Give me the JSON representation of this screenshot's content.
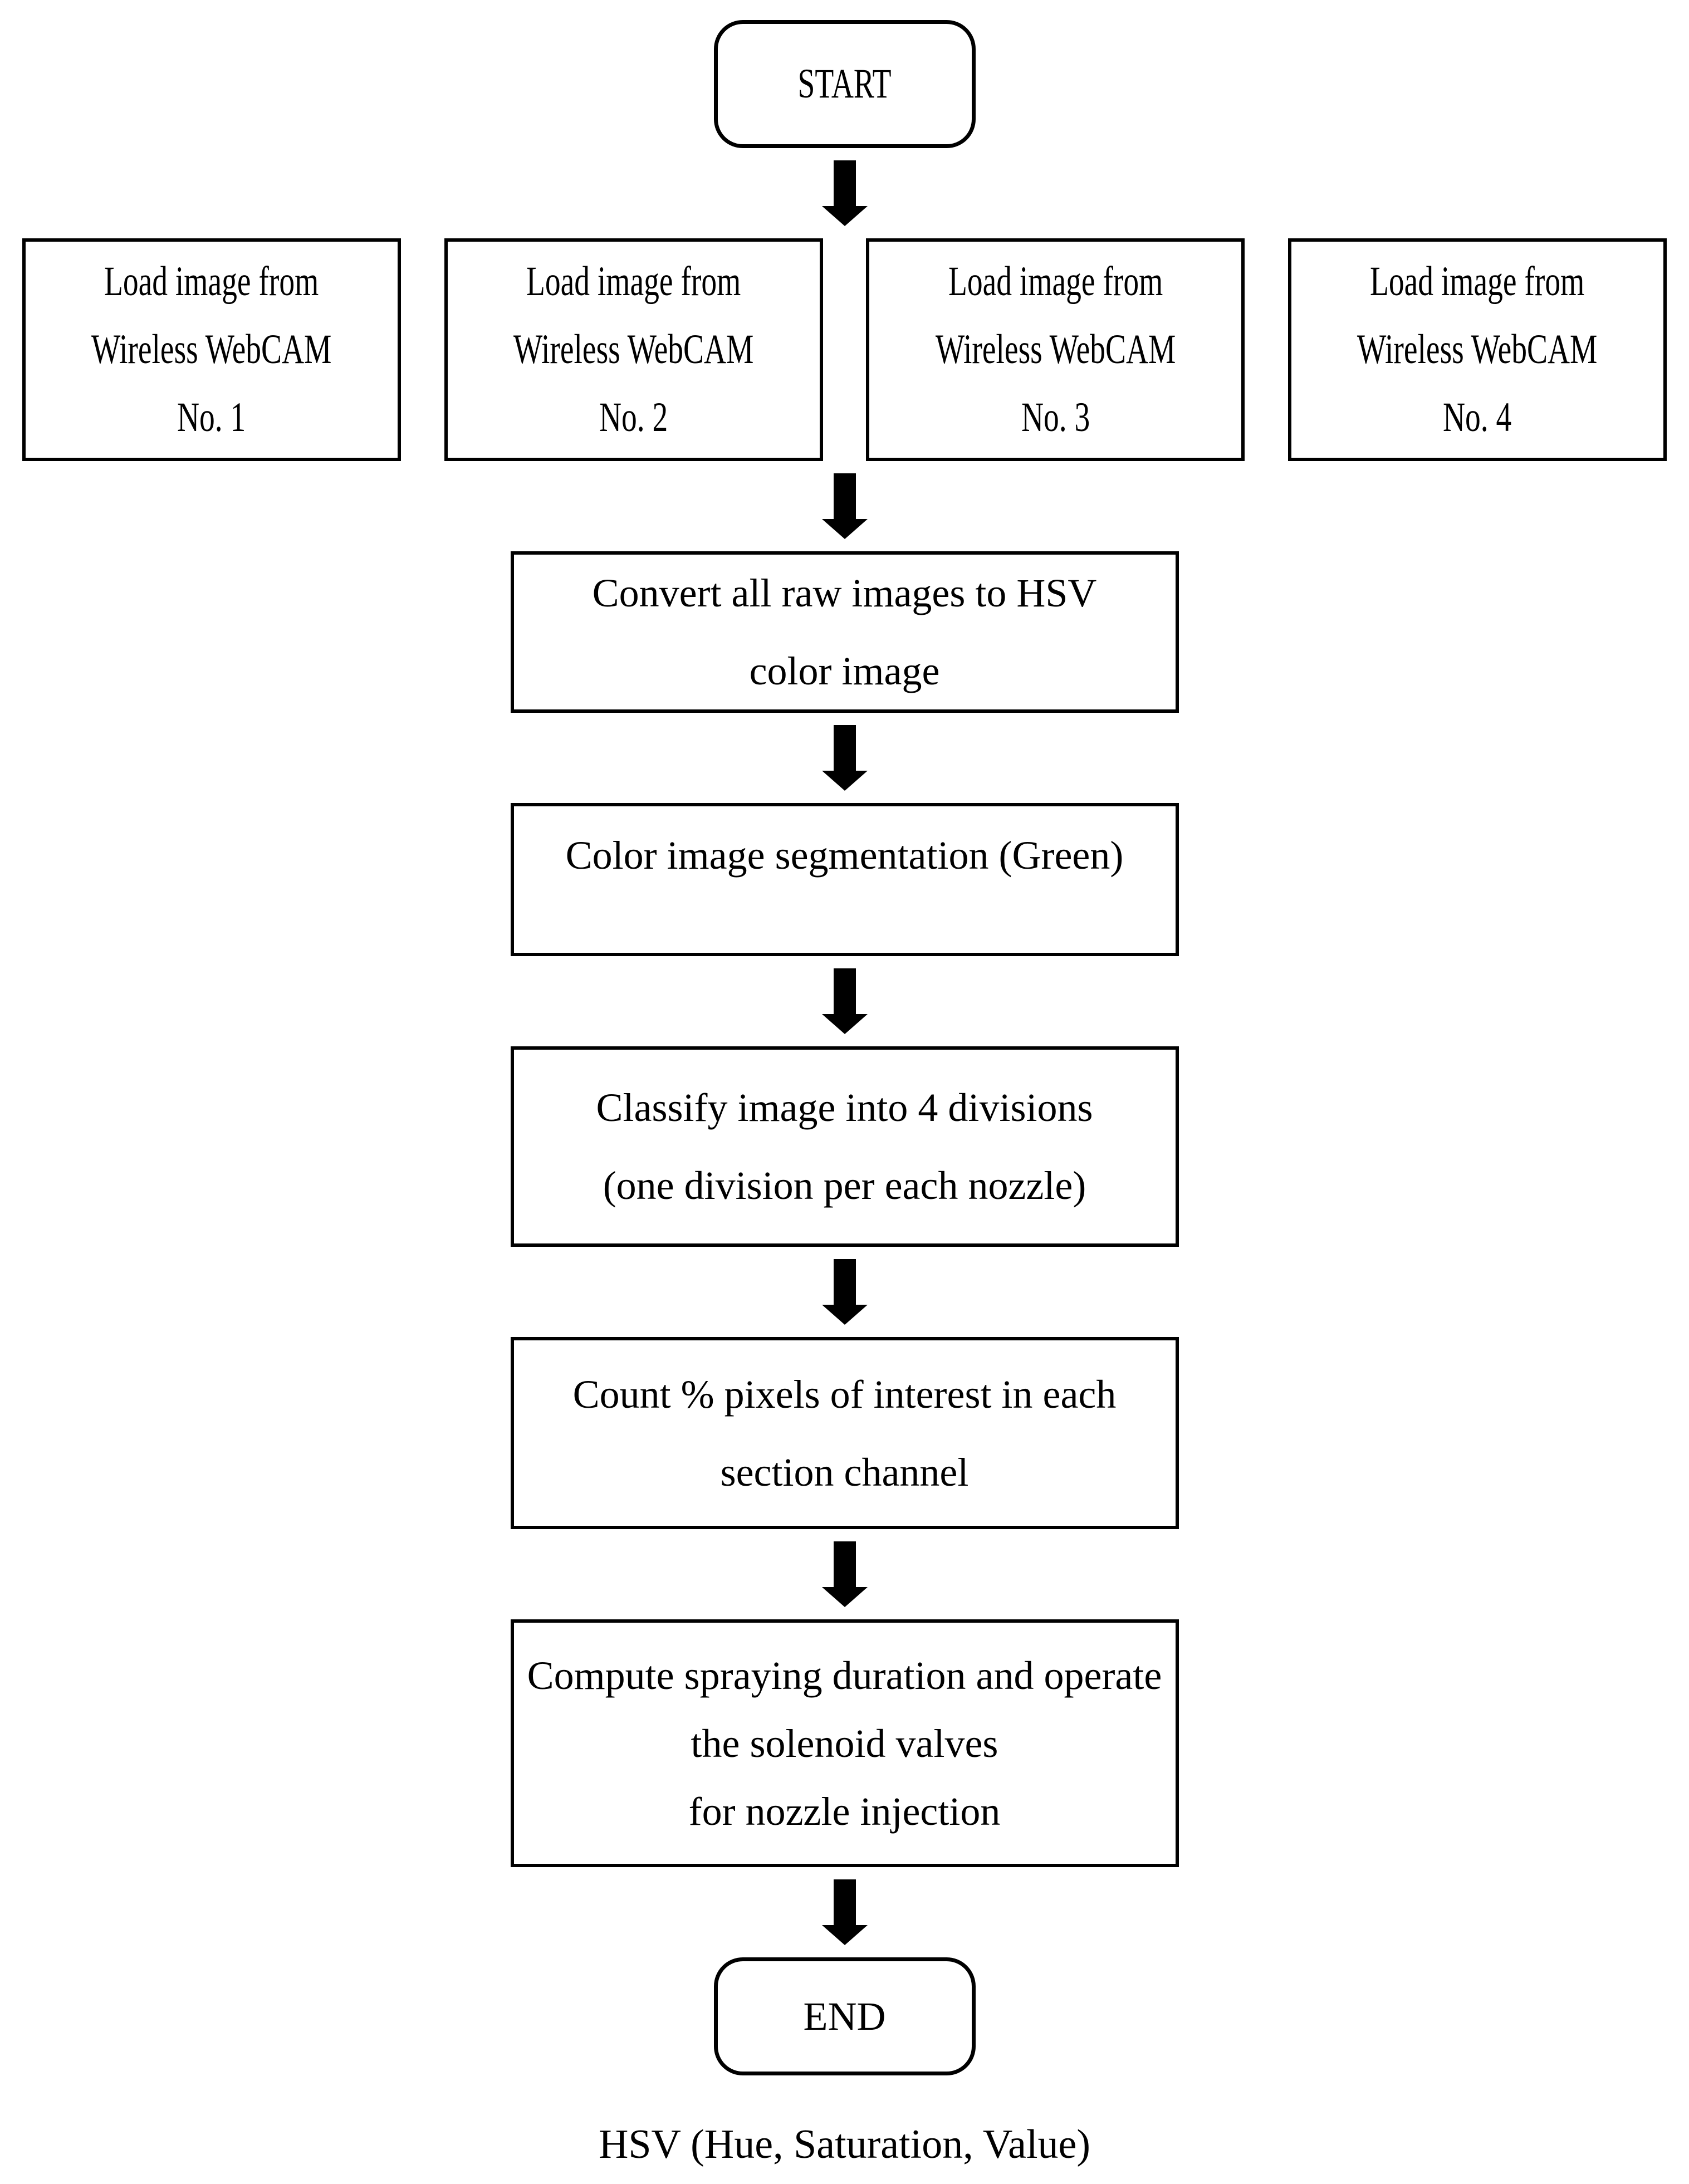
{
  "page": {
    "background": "#ffffff",
    "ink": "#000000"
  },
  "flowchart": {
    "start_label": "START",
    "load_boxes": [
      {
        "line1": "Load image from",
        "line2": "Wireless WebCAM",
        "line3": "No. 1"
      },
      {
        "line1": "Load image from",
        "line2": "Wireless WebCAM",
        "line3": "No. 2"
      },
      {
        "line1": "Load image from",
        "line2": "Wireless WebCAM",
        "line3": "No. 3"
      },
      {
        "line1": "Load image from",
        "line2": "Wireless WebCAM",
        "line3": "No. 4"
      }
    ],
    "process_convert": {
      "line1": "Convert all raw images to HSV",
      "line2": "color image"
    },
    "process_segmentation": {
      "line1": "Color image segmentation (Green)"
    },
    "process_classify": {
      "line1": "Classify image into 4 divisions",
      "line2": "(one division per each nozzle)"
    },
    "process_count": {
      "line1": "Count % pixels of interest in each",
      "line2": "section channel"
    },
    "process_compute": {
      "line1": "Compute spraying duration and operate",
      "line2": "the solenoid valves",
      "line3": "for nozzle injection"
    },
    "end_label": "END",
    "caption": "HSV (Hue, Saturation, Value)"
  }
}
